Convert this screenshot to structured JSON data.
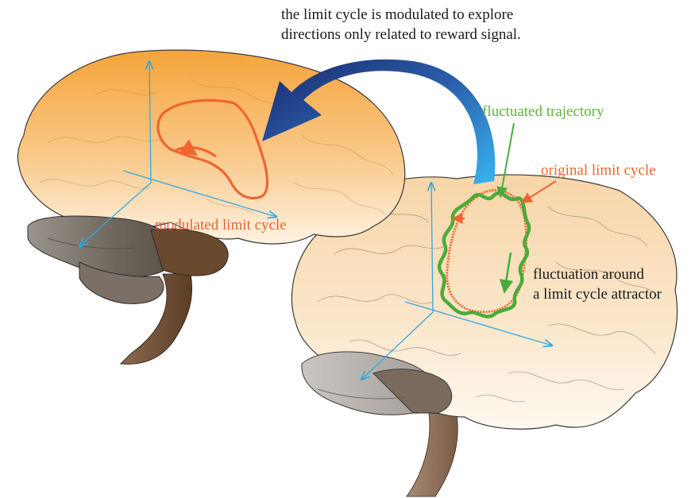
{
  "labels": {
    "caption_line1": "the limit cycle is modulated to explore",
    "caption_line2": "directions only related to reward signal.",
    "fluctuated_trajectory": "fluctuated trajectory",
    "original_limit_cycle": "original limit cycle",
    "modulated_limit_cycle": "modulated limit cycle",
    "fluctuation_line1": "fluctuation around",
    "fluctuation_line2": "a limit cycle attractor"
  },
  "colors": {
    "left_brain_top": "#f5a43a",
    "left_brain_bottom": "#fef2e2",
    "right_brain_top": "#f7d5a8",
    "right_brain_bottom": "#fef8f0",
    "axis": "#2fa8e0",
    "orange_cycle": "#ee6530",
    "green_trajectory": "#4aab3a",
    "big_arrow_start": "#38b4ef",
    "big_arrow_end": "#1b2a6a"
  }
}
